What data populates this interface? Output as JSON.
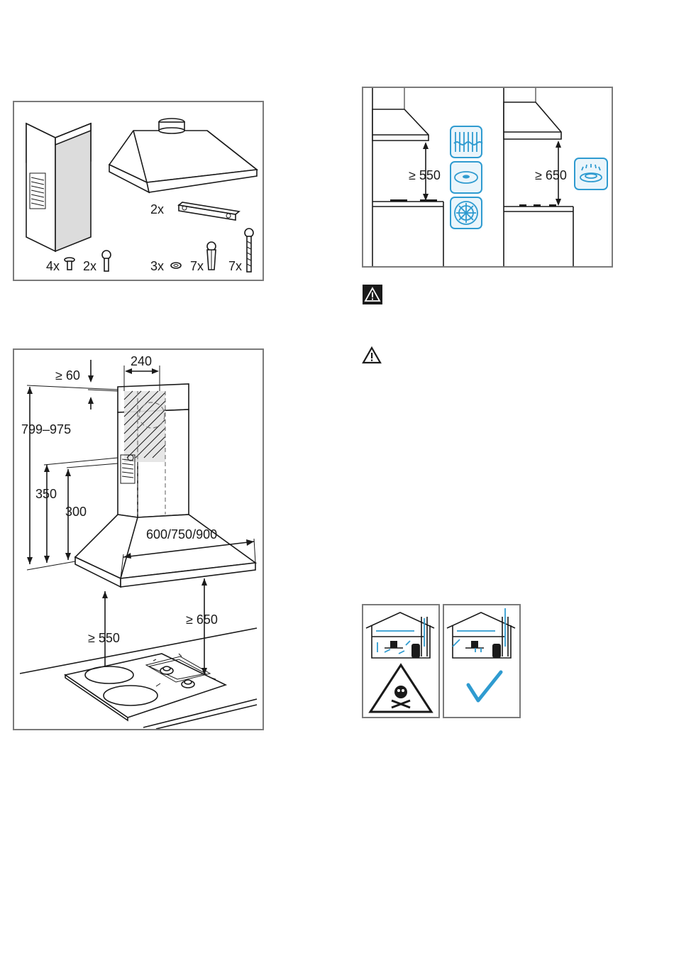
{
  "panel_parts": {
    "labels": {
      "bracket_qty": "2x",
      "screw_small_qty": "4x",
      "screw_med_qty": "2x",
      "washer_qty": "3x",
      "plug_qty": "7x",
      "screw_long_qty": "7x"
    }
  },
  "panel_clearance": {
    "left_distance": "≥ 550",
    "right_distance": "≥ 650"
  },
  "warnings": {
    "warning_icon_1": "warning-triangle-filled-icon",
    "warning_icon_2": "warning-triangle-outline-icon"
  },
  "panel_dimensions": {
    "top_gap": "≥ 60",
    "chimney_width": "240",
    "height_range": "799–975",
    "h350": "350",
    "h300": "300",
    "hood_width": "600/750/900",
    "dist_electric": "≥ 550",
    "dist_gas": "≥ 650"
  },
  "panel_ventilation": {
    "bad_icon": "skull-warning-icon",
    "good_icon": "checkmark-icon"
  },
  "colors": {
    "accent_blue": "#2f9bd0",
    "frame_gray": "#7a7a7a"
  }
}
